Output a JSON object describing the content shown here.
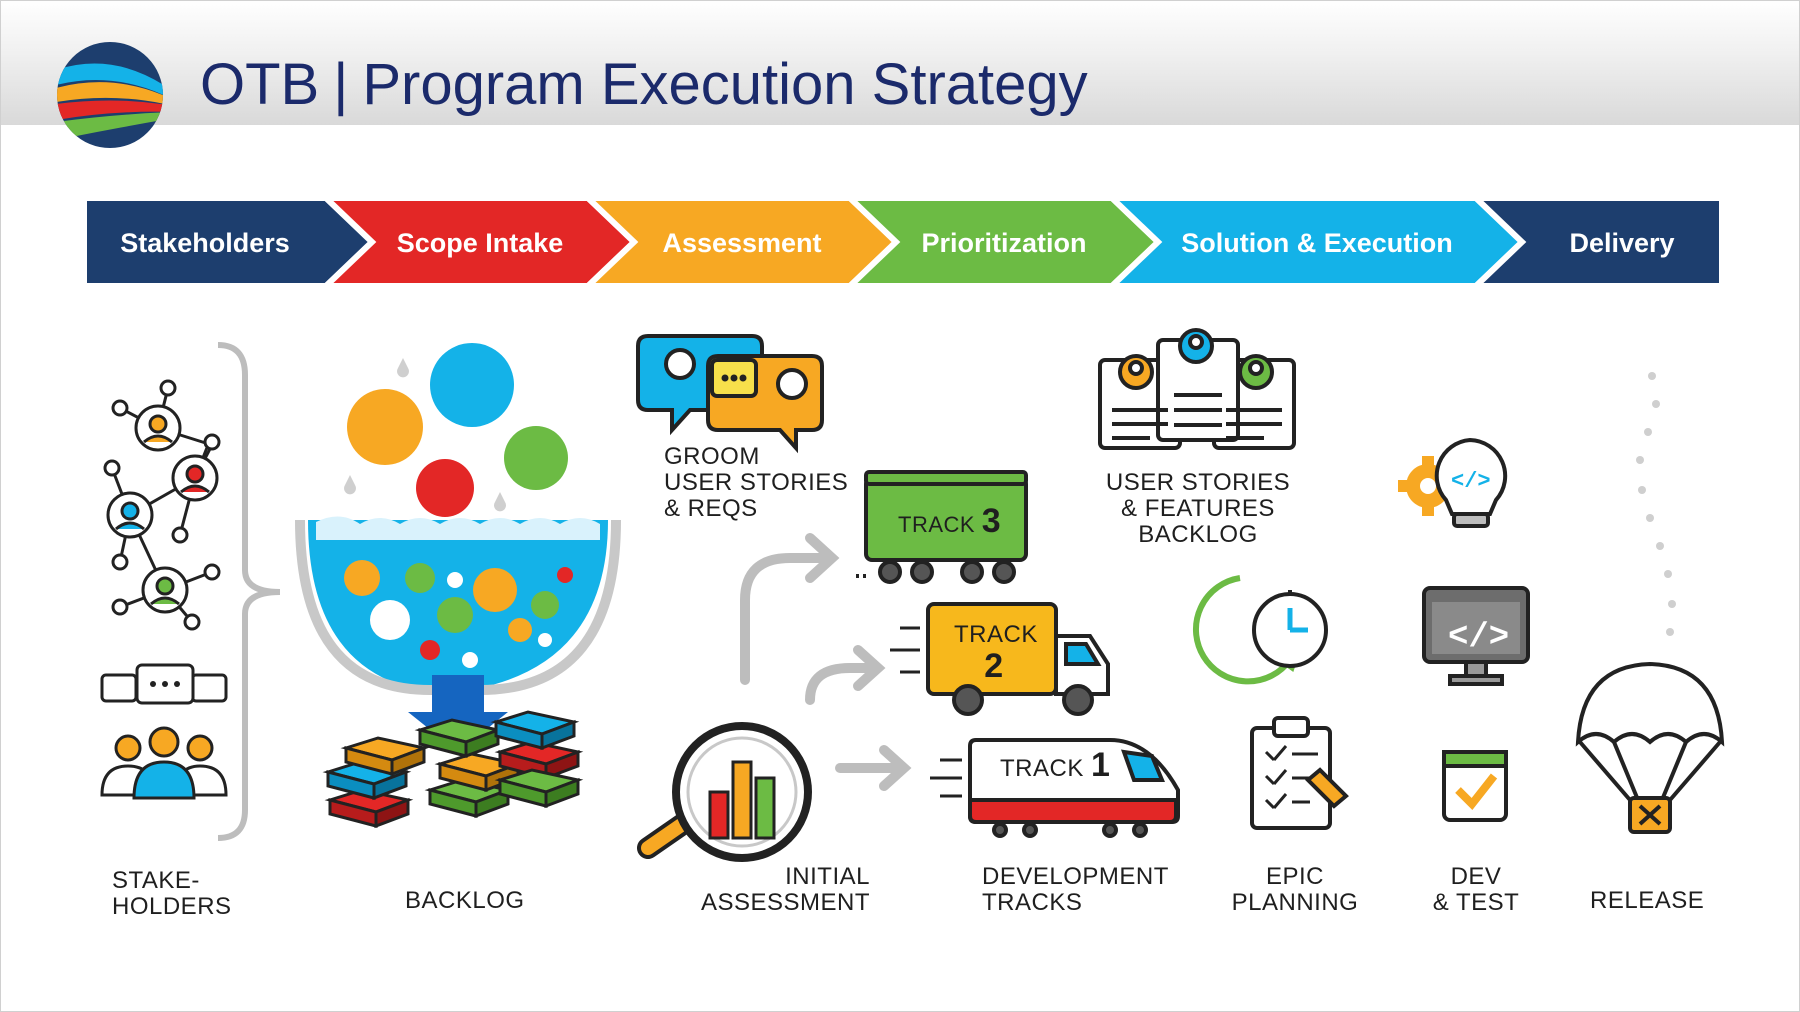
{
  "header": {
    "brand": "OTB",
    "separator": "|",
    "title": "Program Execution Strategy"
  },
  "stages": [
    {
      "label": "Stakeholders",
      "color": "#1d3e6e"
    },
    {
      "label": "Scope Intake",
      "color": "#e32726"
    },
    {
      "label": "Assessment",
      "color": "#f7a823"
    },
    {
      "label": "Prioritization",
      "color": "#6cbb44"
    },
    {
      "label": "Solution & Execution",
      "color": "#14b2e8"
    },
    {
      "label": "Delivery",
      "color": "#1d3e6e"
    }
  ],
  "labels": {
    "stakeholders": [
      "STAKE-",
      "HOLDERS"
    ],
    "backlog": [
      "BACKLOG"
    ],
    "groom": [
      "GROOM",
      "USER STORIES",
      "& REQS"
    ],
    "initial_assessment": [
      "INITIAL",
      "ASSESSMENT"
    ],
    "development_tracks": [
      "DEVELOPMENT",
      "TRACKS"
    ],
    "user_stories_backlog": [
      "USER STORIES",
      "& FEATURES",
      "BACKLOG"
    ],
    "epic_planning": [
      "EPIC",
      "PLANNING"
    ],
    "dev_test": [
      "DEV",
      "& TEST"
    ],
    "release": [
      "RELEASE"
    ]
  },
  "tracks": [
    {
      "label": "TRACK",
      "number": "3",
      "color": "#6cbb44"
    },
    {
      "label": "TRACK",
      "number": "2",
      "color": "#f7b81c"
    },
    {
      "label": "TRACK",
      "number": "1",
      "color": "#e32726"
    }
  ],
  "icons": [
    "stakeholder-network-icon",
    "team-chat-icon",
    "funnel-icon",
    "blocks-icon",
    "chat-bubbles-icon",
    "magnifier-chart-icon",
    "train-icon",
    "truck-icon",
    "bullet-train-icon",
    "profiles-icon",
    "clock-icon",
    "clipboard-icon",
    "lightbulb-gear-icon",
    "monitor-code-icon",
    "calendar-check-icon",
    "parachute-icon"
  ]
}
